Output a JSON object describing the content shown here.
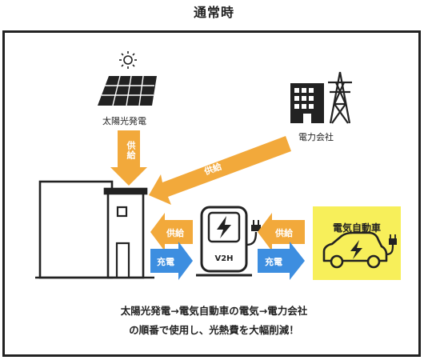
{
  "title": "通常時",
  "solar_label": "太陽光発電",
  "power_company_label": "電力会社",
  "supply_label_solar": "供給",
  "supply_label_grid": "供給",
  "supply_label_v2h_to_house": "供給",
  "supply_label_ev_to_v2h": "供給",
  "charge_label_house_to_v2h": "充電",
  "charge_label_v2h_to_ev": "充電",
  "v2h_label": "V2H",
  "ev_label": "電気自動車",
  "caption_line1": "太陽光発電→電気自動車の電気→電力会社",
  "caption_line2": "の順番で使用し、光熱費を大幅削減！",
  "colors": {
    "supply_arrow": "#f2a93b",
    "charge_arrow": "#3d8ee0",
    "ev_box": "#f7ef5a",
    "line": "#222222"
  }
}
